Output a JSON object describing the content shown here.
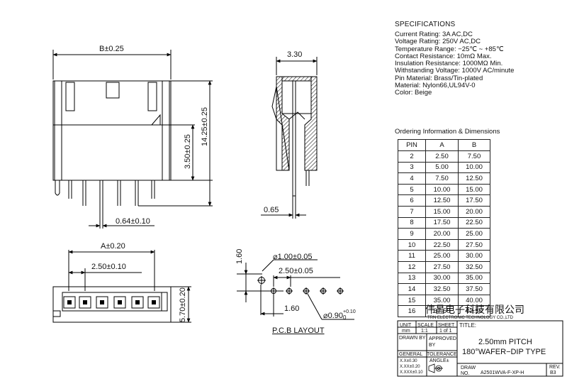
{
  "dimensions": {
    "b": "B±0.25",
    "overall_height": "14.25±0.25",
    "lower_height": "3.50±0.25",
    "pin_width": "0.64±0.10",
    "side_depth": "3.30",
    "pin_offset": "0.65",
    "a": "A±0.20",
    "pitch": "2.50±0.10",
    "bottom_depth": "5.70±0.20"
  },
  "pcb": {
    "row_offset": "1.60",
    "hole_large": "1.00±0.05",
    "hole_pitch": "2.50±0.05",
    "row_spacing": "1.60",
    "hole_small": "0.90",
    "hole_small_tol_plus": "+0.10",
    "hole_small_tol_minus": "0",
    "layout_label": "P.C.B LAYOUT"
  },
  "specifications": {
    "title": "SPECIFICATIONS",
    "items": [
      "Current Rating: 3A AC,DC",
      "Voltage Rating: 250V AC,DC",
      "Temperature Range: −25℃ ~ +85℃",
      "Contact Resistance: 10mΩ Max.",
      "Insulation Resistance: 1000MΩ Min.",
      "Withstanding Voltage: 1000V AC/minute",
      "Pin Material: Brass/Tin-plated",
      "Material: Nylon66,UL94V-0",
      "Color: Beige"
    ]
  },
  "ordering": {
    "title": "Ordering Information & Dimensions",
    "headers": [
      "PIN",
      "A",
      "B"
    ],
    "rows": [
      [
        "2",
        "2.50",
        "7.50"
      ],
      [
        "3",
        "5.00",
        "10.00"
      ],
      [
        "4",
        "7.50",
        "12.50"
      ],
      [
        "5",
        "10.00",
        "15.00"
      ],
      [
        "6",
        "12.50",
        "17.50"
      ],
      [
        "7",
        "15.00",
        "20.00"
      ],
      [
        "8",
        "17.50",
        "22.50"
      ],
      [
        "9",
        "20.00",
        "25.00"
      ],
      [
        "10",
        "22.50",
        "27.50"
      ],
      [
        "11",
        "25.00",
        "30.00"
      ],
      [
        "12",
        "27.50",
        "32.50"
      ],
      [
        "13",
        "30.00",
        "35.00"
      ],
      [
        "14",
        "32.50",
        "37.50"
      ],
      [
        "15",
        "35.00",
        "40.00"
      ],
      [
        "16",
        "37.50",
        "42.50"
      ]
    ]
  },
  "title_block": {
    "company_cn": "伟昌电子科技有限公司",
    "company_en": "TRN ELECTRONIC TECHNOLOGY CO.,LTD",
    "unit_label": "UNIT",
    "unit_value": "mm",
    "scale_label": "SCALE",
    "scale_value": "1:1",
    "sheet_label": "SHEET",
    "sheet_value": "1 of 1",
    "title_label": "TITLE:",
    "title_line1": "2.50mm PITCH",
    "title_line2": "180°WAFER−DIP TYPE",
    "drawn_by": "DRAWN BY",
    "approved_by": "APPROVED BY",
    "general": "GENERAL",
    "tolerance": "TOLERANCE",
    "tol_1": "X.X±0.30",
    "tol_2": "X.XX±0.20",
    "tol_3": "X.XXX±0.10",
    "angle": "ANGLE±",
    "draw_label": "DRAW",
    "no_label": "NO.",
    "drawing_no": "A2501WVA-F-XP-H",
    "rev_label": "REV.",
    "rev_value": "B3"
  }
}
